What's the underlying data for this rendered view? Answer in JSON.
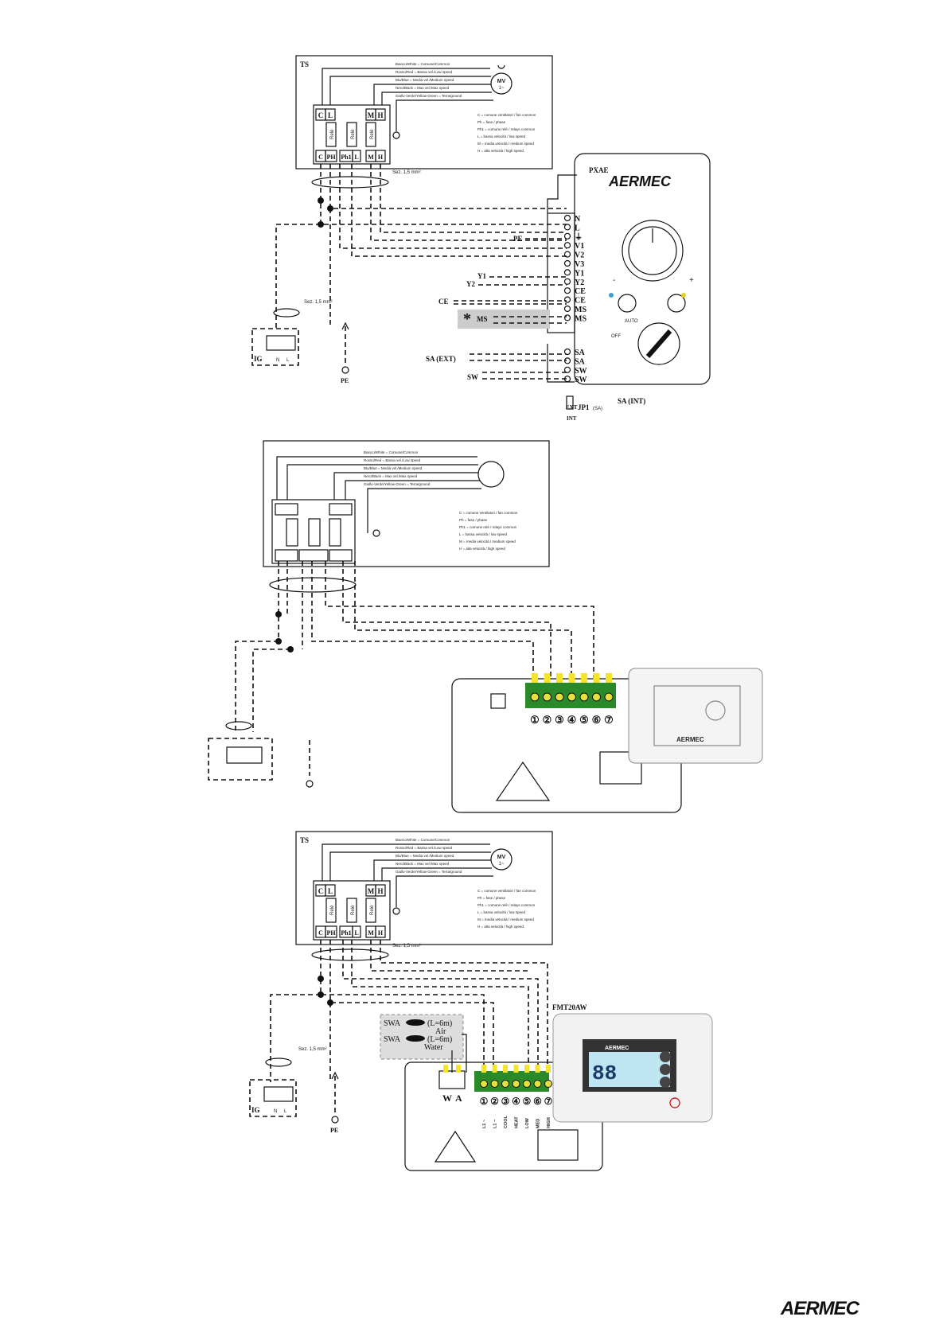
{
  "brand": "AERMEC",
  "footer_logo": "AERMEC",
  "diagram1": {
    "ts_label": "TS",
    "motor_label": "MV",
    "motor_sub": "1~",
    "legend_wires": [
      "Bianco/White = Comune/Common",
      "Rosso/Red = Bassa vel./Low speed",
      "Blu/Blue = Media vel./Medium speed",
      "Nero/Black = Max vel./Max speed",
      "Giallo-Verde/Yellow-Green = Terra/ground"
    ],
    "legend_terms": [
      "C = comune ventilatori / fan common",
      "Ph = fase / phase",
      "Ph1 = comune relè / relays common",
      "L = bassa velocità / low speed",
      "M = media velocità / medium speed",
      "H = alta velocità / high speed"
    ],
    "top_terminals": [
      "C",
      "L",
      "M",
      "H"
    ],
    "bottom_terminals": [
      "C",
      "PH",
      "Ph1",
      "L",
      "M",
      "H"
    ],
    "relay_label": "Relè",
    "section": "Sez. 1,5 mm²",
    "section2": "Sez. 1,5 mm²",
    "device_label": "PXAE",
    "terminals": [
      "N",
      "L",
      "⏚",
      "V1",
      "V2",
      "V3",
      "Y1",
      "Y2",
      "CE",
      "CE",
      "MS",
      "MS"
    ],
    "terminals_b": [
      "SA",
      "SA",
      "SW",
      "SW"
    ],
    "out_labels": {
      "pe": "PE",
      "y1": "Y1",
      "y2": "Y2",
      "ce": "CE",
      "ms": "MS",
      "sa": "SA (EXT)",
      "sw": "SW"
    },
    "ig_label": "IG",
    "ig_n": "N",
    "ig_l": "L",
    "pe_label": "PE",
    "ext": "EXT",
    "jp1": "JP1",
    "jp1_sa": "(SA)",
    "int": "INT",
    "sa_int": "SA (INT)",
    "auto": "AUTO",
    "off": "OFF",
    "minus": "-",
    "plus": "+",
    "asterisk": "*"
  },
  "diagram2": {
    "legend_wires": [
      "Bianco/White = Comune/Common",
      "Rosso/Red = Bassa vel./Low speed",
      "Blu/Blue = Media vel./Medium speed",
      "Nero/Black = Max vel./Max speed",
      "Giallo-Verde/Yellow-Green = Terra/ground"
    ],
    "legend_terms": [
      "C = comune ventilatori / fan common",
      "Ph = fase / phase",
      "Ph1 = comune relè / relays common",
      "L = bassa velocità / low speed",
      "M = media velocità / medium speed",
      "H = alta velocità / high speed"
    ],
    "terminal_numbers": [
      "①",
      "②",
      "③",
      "④",
      "⑤",
      "⑥",
      "⑦"
    ],
    "controller_brand": "AERMEC"
  },
  "diagram3": {
    "ts_label": "TS",
    "motor_label": "MV",
    "motor_sub": "1~",
    "legend_wires": [
      "Bianco/White = Comune/Common",
      "Rosso/Red = Bassa vel./Low speed",
      "Blu/Blue = Media vel./Medium speed",
      "Nero/Black = Max vel./Max speed",
      "Giallo-Verde/Yellow-Green = Terra/ground"
    ],
    "legend_terms": [
      "C = comune ventilatori / fan common",
      "Ph = fase / phase",
      "Ph1 = comune relè / relays common",
      "L = bassa velocità / low speed",
      "M = media velocità / medium speed",
      "H = alta velocità / high speed"
    ],
    "top_terminals": [
      "C",
      "L",
      "M",
      "H"
    ],
    "bottom_terminals": [
      "C",
      "PH",
      "Ph1",
      "L",
      "M",
      "H"
    ],
    "relay_label": "Relè",
    "section": "Sez. 1,5 mm²",
    "section2": "Sez. 1,5 mm²",
    "device_label": "FMT20AW",
    "swa1": "SWA",
    "swa1_len": "(L=6m)",
    "swa1_type": "Air",
    "swa2": "SWA",
    "swa2_len": "(L=6m)",
    "swa2_type": "Water",
    "wa_labels": [
      "W",
      "A"
    ],
    "terminal_numbers": [
      "①",
      "②",
      "③",
      "④",
      "⑤",
      "⑥",
      "⑦"
    ],
    "terminal_names": [
      "L1 ~",
      "L1 ~",
      "COOL",
      "HEAT",
      "LOW",
      "MED",
      "HIGH"
    ],
    "display_value": "88",
    "ig_label": "IG",
    "ig_n": "N",
    "ig_l": "L",
    "pe_label": "PE",
    "controller_brand": "AERMEC"
  }
}
